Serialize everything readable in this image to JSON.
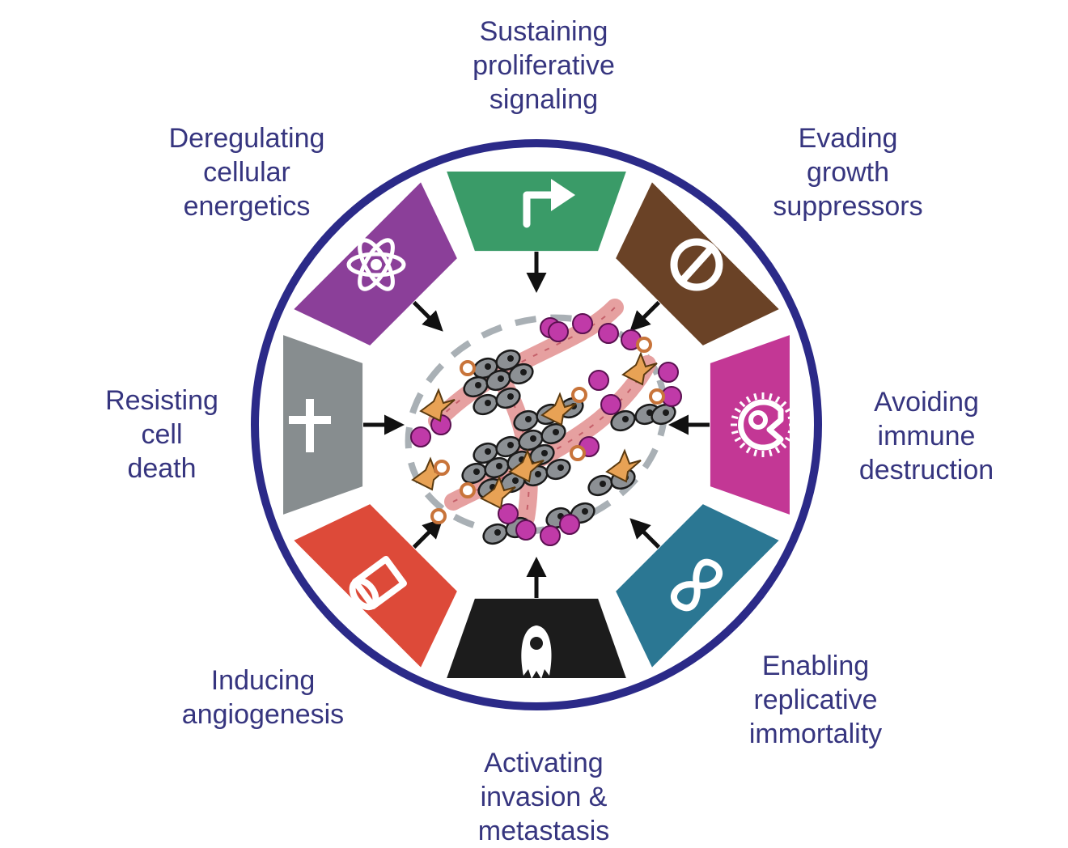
{
  "colors": {
    "ring": "#2b2a88",
    "text": "#36357f",
    "arrow": "#111111",
    "dash": "#a9b0b5"
  },
  "hallmarks": [
    {
      "id": "sustaining",
      "icon": "bent-arrow-icon",
      "color": "#3a9b68",
      "lines": [
        "Sustaining",
        "proliferative",
        "signaling"
      ]
    },
    {
      "id": "evading",
      "icon": "prohibition-icon",
      "color": "#6a4226",
      "lines": [
        "Evading",
        "growth",
        "suppressors"
      ]
    },
    {
      "id": "immune",
      "icon": "immune-cell-icon",
      "color": "#c33795",
      "lines": [
        "Avoiding",
        "immune",
        "destruction"
      ]
    },
    {
      "id": "immortality",
      "icon": "infinity-icon",
      "color": "#2b7793",
      "lines": [
        "Enabling",
        "replicative",
        "immortality"
      ]
    },
    {
      "id": "invasion",
      "icon": "invading-cell-icon",
      "color": "#1c1c1c",
      "lines": [
        "Activating",
        "invasion &",
        "metastasis"
      ]
    },
    {
      "id": "angiogenesis",
      "icon": "blood-vessel-icon",
      "color": "#dd4a39",
      "lines": [
        "Inducing",
        "angiogenesis"
      ]
    },
    {
      "id": "celldeath",
      "icon": "cross-icon",
      "color": "#878d8f",
      "lines": [
        "Resisting",
        "cell",
        "death"
      ]
    },
    {
      "id": "energetics",
      "icon": "atom-icon",
      "color": "#8b3f99",
      "lines": [
        "Deregulating",
        "cellular",
        "energetics"
      ]
    }
  ]
}
